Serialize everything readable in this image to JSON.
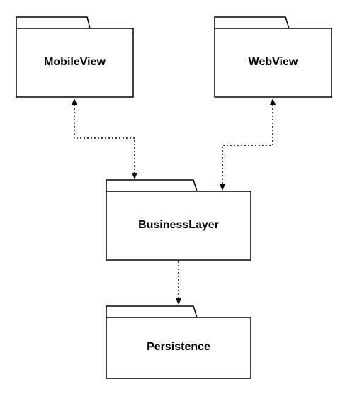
{
  "packages": {
    "mobile_view": {
      "label": "MobileView"
    },
    "web_view": {
      "label": "WebView"
    },
    "business_layer": {
      "label": "BusinessLayer"
    },
    "persistence": {
      "label": "Persistence"
    }
  },
  "dependencies": [
    {
      "from": "MobileView",
      "to": "BusinessLayer",
      "direction": "bidirectional",
      "style": "dotted"
    },
    {
      "from": "WebView",
      "to": "BusinessLayer",
      "direction": "bidirectional",
      "style": "dotted"
    },
    {
      "from": "BusinessLayer",
      "to": "Persistence",
      "direction": "to",
      "style": "dotted"
    }
  ]
}
